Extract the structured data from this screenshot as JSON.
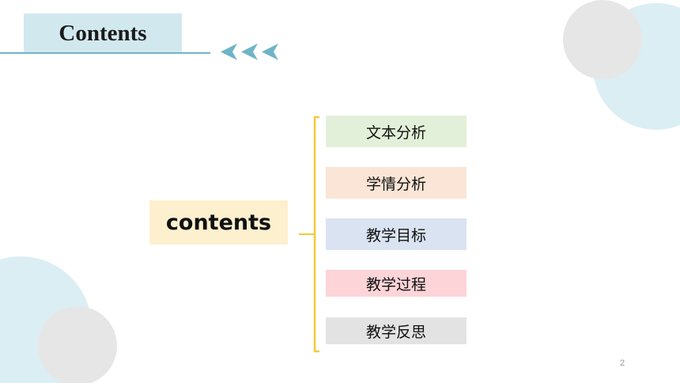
{
  "slide": {
    "title": "Contents",
    "center_label": "contents",
    "items": [
      "文本分析",
      "学情分析",
      "教学目标",
      "教学过程",
      "教学反思"
    ],
    "page_number": "2"
  },
  "colors": {
    "title_bg": "#d2e8ef",
    "accent_line": "#6fb4c7",
    "arrow": "#6fb4c7",
    "bracket": "#f5c83b",
    "center_bg": "#fdf0cf",
    "item_backgrounds": [
      "#e3f0d9",
      "#fbe5d6",
      "#dae3f2",
      "#fdd4d8",
      "#e3e3e3"
    ]
  },
  "icons": [
    "triple-chevron-left-icon"
  ]
}
